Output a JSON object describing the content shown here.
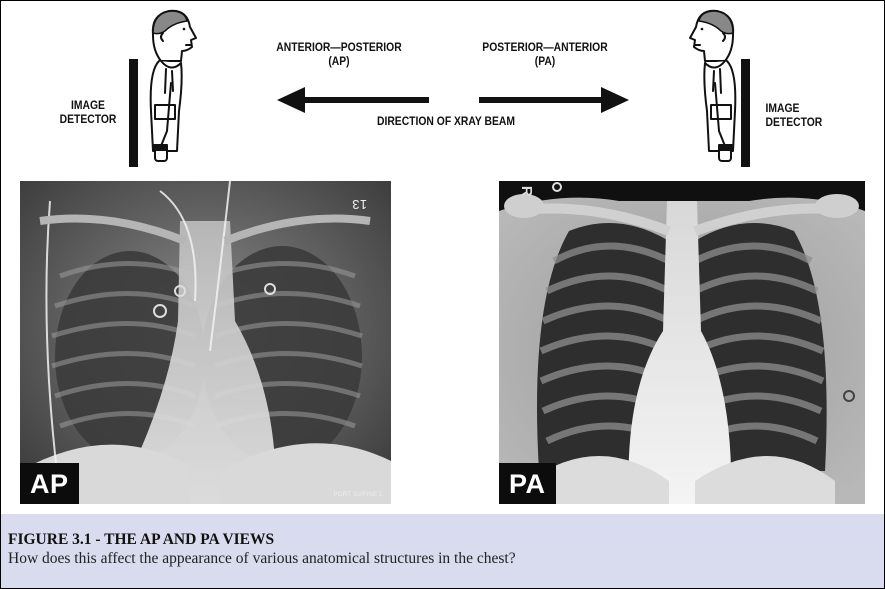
{
  "diagram": {
    "left_detector_label": [
      "IMAGE",
      "DETECTOR"
    ],
    "right_detector_label": [
      "IMAGE",
      "DETECTOR"
    ],
    "ap_label": [
      "ANTERIOR—POSTERIOR",
      "(AP)"
    ],
    "pa_label": [
      "POSTERIOR—ANTERIOR",
      "(PA)"
    ],
    "beam_label": "DIRECTION OF XRAY BEAM"
  },
  "images": {
    "ap": {
      "badge": "AP",
      "marker": "13",
      "footer_mark": "PORT SUPINE L",
      "alt": "AP chest radiograph"
    },
    "pa": {
      "badge": "PA",
      "marker": "R",
      "alt": "PA chest radiograph"
    }
  },
  "caption": {
    "title": "FIGURE 3.1 - THE AP AND PA VIEWS",
    "text": "How does this affect the appearance of various anatomical structures in the chest?",
    "background": "#d8dcee"
  }
}
